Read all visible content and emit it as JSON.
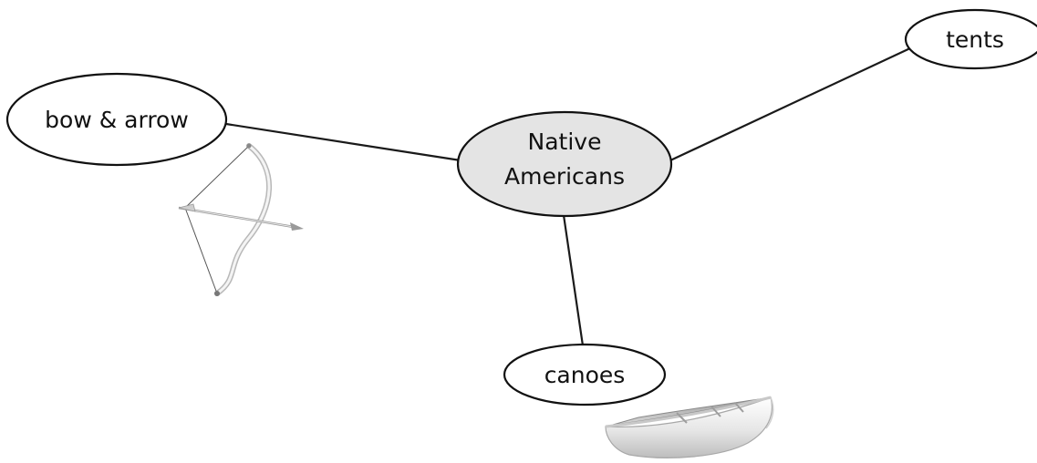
{
  "center": {
    "line1": "Native",
    "line2": "Americans",
    "fill": "#e4e4e4"
  },
  "nodes": {
    "bow_arrow": "bow & arrow",
    "tents": "tents",
    "canoes": "canoes"
  },
  "colors": {
    "ellipse_stroke": "#111111",
    "outer_fill": "#ffffff",
    "center_fill": "#e4e4e4"
  },
  "illustrations": {
    "bow": "bow-and-arrow-icon",
    "canoe": "canoe-icon"
  }
}
